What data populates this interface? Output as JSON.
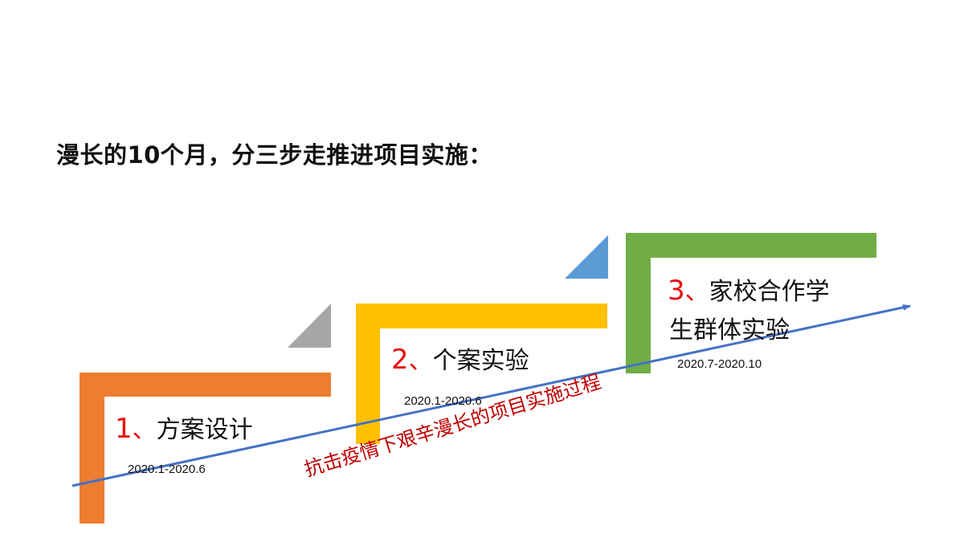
{
  "slide": {
    "title": "漫长的10个月，分三步走推进项目实施："
  },
  "steps": [
    {
      "number": "1",
      "separator": "、",
      "label": "方案设计",
      "date": "2020.1-2020.6",
      "color": "#ed7d31"
    },
    {
      "number": "2",
      "separator": "、",
      "label": "个案实验",
      "date": "2020.1-2020.6",
      "color": "#ffc000"
    },
    {
      "number": "3",
      "separator": "、",
      "label_line1": "家校合作学",
      "label_line2": "生群体实验",
      "date": "2020.7-2020.10",
      "color": "#70ad47"
    }
  ],
  "corner_triangles": [
    {
      "color": "#a6a6a6"
    },
    {
      "color": "#5b9bd5"
    }
  ],
  "arrow": {
    "color": "#4472c4",
    "label": "抗击疫情下艰辛漫长的项目实施过程",
    "label_color": "#c00000"
  }
}
